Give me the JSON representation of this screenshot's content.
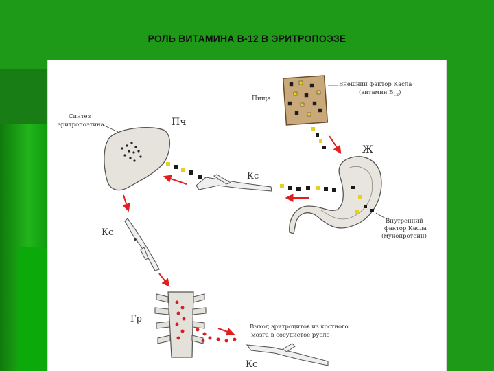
{
  "slide": {
    "title": "РОЛЬ ВИТАМИНА В-12 В ЭРИТРОПОЭЗЕ",
    "colors": {
      "background": "#1f9a18",
      "panel": "#ffffff",
      "arrow": "#e02020",
      "blood_dots": "#d42020"
    }
  },
  "diagram": {
    "food_label": "Пища",
    "castle_external_line1": "Внешний фактор Касла",
    "castle_external_line2": "(витамин В",
    "castle_external_sub": "12",
    "castle_external_close": ")",
    "stomach_label": "Ж",
    "liver_label": "Пч",
    "synthesis_line1": "Синтез",
    "synthesis_line2": "эритропоэтина",
    "blood_label_top": "Кс",
    "blood_label_left": "Кс",
    "blood_label_bottom": "Кс",
    "bone_label": "Гр",
    "castle_internal_line1": "Внутренний",
    "castle_internal_line2": "фактор Касла",
    "castle_internal_line3": "(мукопротеин)",
    "exit_line1": "Выход эритроцитов из костного",
    "exit_line2": "мозга в сосудистое русло"
  }
}
